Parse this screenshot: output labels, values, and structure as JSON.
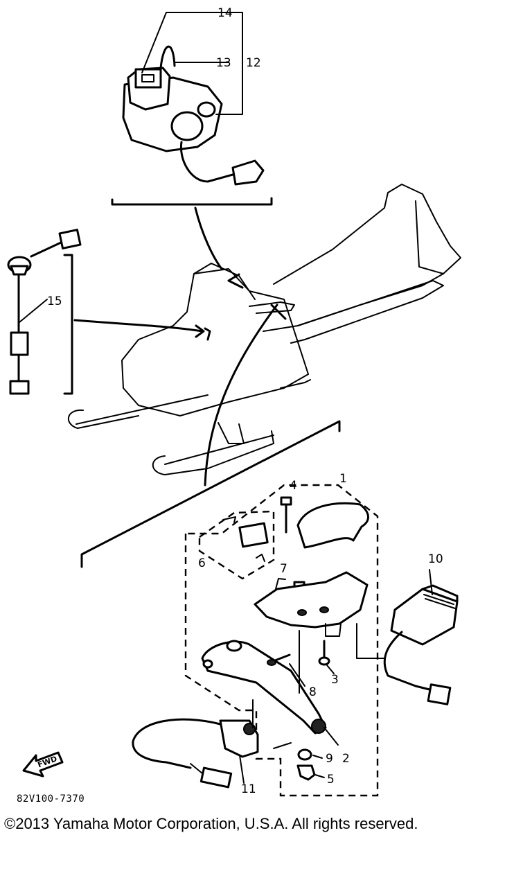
{
  "diagram": {
    "callouts": [
      "14",
      "13",
      "12",
      "15",
      "1",
      "4",
      "6",
      "7",
      "10",
      "3",
      "8",
      "9",
      "2",
      "5",
      "11"
    ],
    "forward_marker": "FWD",
    "drawing_code": "82V100-7370"
  },
  "footer": {
    "copyright": "©2013 Yamaha Motor Corporation, U.S.A. All rights reserved."
  }
}
